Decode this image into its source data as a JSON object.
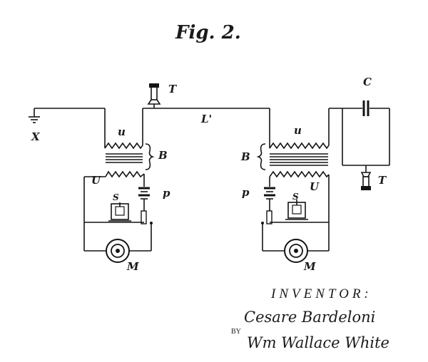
{
  "figure_title": "Fig. 2.",
  "labels": {
    "x": "X",
    "t_left": "T",
    "l": "L'",
    "c": "C",
    "t_right": "T",
    "u_left": "u",
    "u_right": "u",
    "b_left": "B",
    "b_right": "B",
    "U_left": "U",
    "U_right": "U",
    "p_left": "p",
    "p_right": "p",
    "s_left": "S",
    "s_right": "S",
    "m_left": "M",
    "m_right": "M"
  },
  "inventor_heading": "INVENTOR:",
  "inventor_name": "Cesare Bardeloni",
  "by": "BY",
  "attorney": "Wm Wallace White"
}
